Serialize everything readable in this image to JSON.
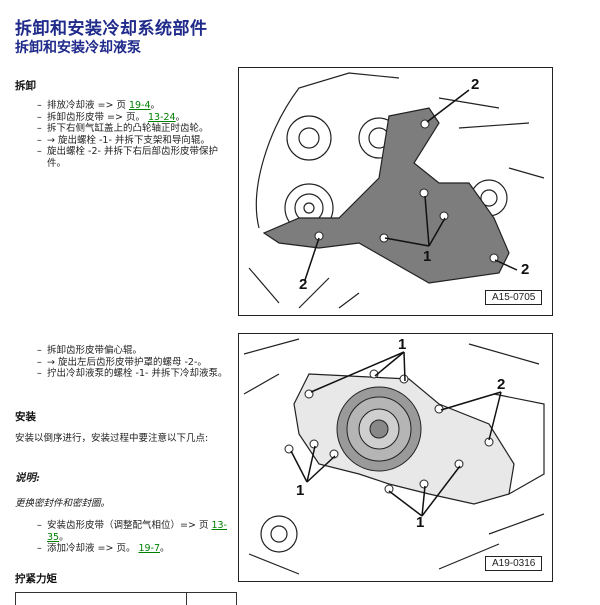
{
  "header": {
    "title": "拆卸和安装冷却系统部件",
    "subtitle": "拆卸和安装冷却液泵"
  },
  "removal": {
    "heading": "拆卸",
    "steps": [
      {
        "text": "排放冷却液 => 页 ",
        "link": "19-4",
        "after": "。"
      },
      {
        "text": "拆卸齿形皮带 => 页。 ",
        "link": "13-24",
        "after": "。"
      },
      {
        "text": "拆下右侧气缸盖上的凸轮轴正时齿轮。",
        "link": "",
        "after": ""
      },
      {
        "text": "→ 旋出螺栓 -1- 并拆下支架和导向辊。",
        "link": "",
        "after": ""
      },
      {
        "text": "旋出螺栓 -2- 并拆下右后部齿形皮带保护件。",
        "link": "",
        "after": ""
      }
    ],
    "steps2": [
      {
        "text": "拆卸齿形皮带偏心辊。"
      },
      {
        "text": "→ 旋出左后齿形皮带护罩的螺母 -2-。"
      },
      {
        "text": "拧出冷却液泵的螺栓 -1- 并拆下冷却液泵。"
      }
    ]
  },
  "install": {
    "heading": "安装",
    "intro": "安装以倒序进行，安装过程中要注意以下几点:",
    "note_heading": "说明:",
    "note_body": "更换密封件和密封圈。",
    "steps": [
      {
        "text": "安装齿形皮带（调整配气相位）=> 页 ",
        "link": "13-35",
        "after": "。"
      },
      {
        "text": "添加冷却液 => 页。 ",
        "link": "19-7",
        "after": "。"
      }
    ]
  },
  "torque": {
    "heading": "拧紧力矩"
  },
  "figures": [
    {
      "code": "A15-0705",
      "callouts": [
        "2",
        "2",
        "2",
        "1"
      ]
    },
    {
      "code": "A19-0316",
      "callouts": [
        "1",
        "2",
        "1",
        "1"
      ]
    }
  ],
  "colors": {
    "title": "#1f2a8a",
    "link": "#008000"
  }
}
